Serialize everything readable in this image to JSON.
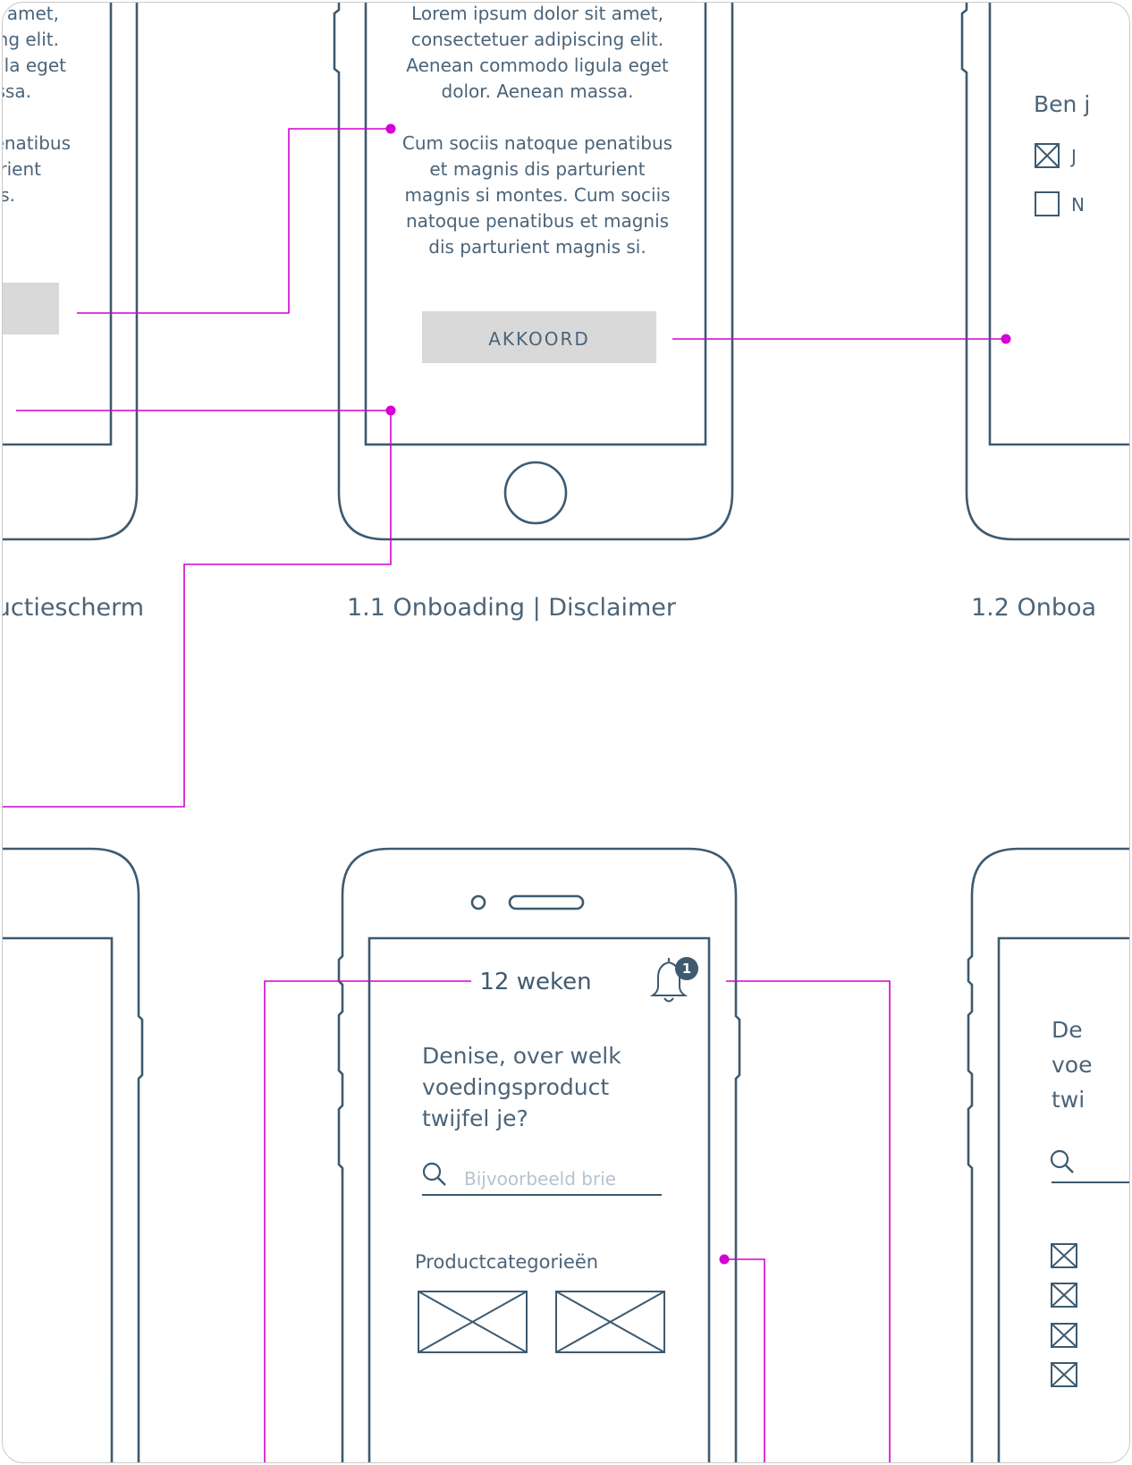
{
  "captions": {
    "left": "ductiescherm",
    "middle": "1.1 Onboading | Disclaimer",
    "right": "1.2 Onboa"
  },
  "left_phone": {
    "text_lines": [
      "amet,",
      "ng elit.",
      "ula eget",
      "ssa.",
      "",
      "enatibus",
      "rient",
      "s."
    ]
  },
  "disclaimer_phone": {
    "text_lines": [
      "Lorem ipsum dolor sit amet,",
      "consectetuer adipiscing elit.",
      "Aenean commodo ligula eget",
      "dolor. Aenean massa.",
      "",
      "Cum sociis natoque penatibus",
      "et magnis dis parturient",
      "magnis si montes.  Cum sociis",
      "natoque penatibus et magnis",
      "dis parturient magnis si."
    ],
    "button_label": "AKKOORD"
  },
  "right_phone": {
    "question": "Ben j",
    "options": [
      "J",
      "N"
    ]
  },
  "home_phone": {
    "weeks": "12 weken",
    "notification_count": "1",
    "question_lines": [
      "Denise, over welk",
      "voedingsproduct",
      "twijfel je?"
    ],
    "search_placeholder": "Bijvoorbeeld brie",
    "categories_label": "Productcategorieën"
  },
  "right_bottom_phone": {
    "question_lines": [
      "De",
      "voe",
      "twi"
    ]
  },
  "colors": {
    "wireframe": "#3d5a70",
    "connector": "#d400d4",
    "button_fill": "#d9d9d9"
  },
  "icons": [
    "bell-icon",
    "search-icon",
    "checkbox-checked-icon",
    "checkbox-empty-icon",
    "image-placeholder-icon",
    "home-button-icon"
  ]
}
